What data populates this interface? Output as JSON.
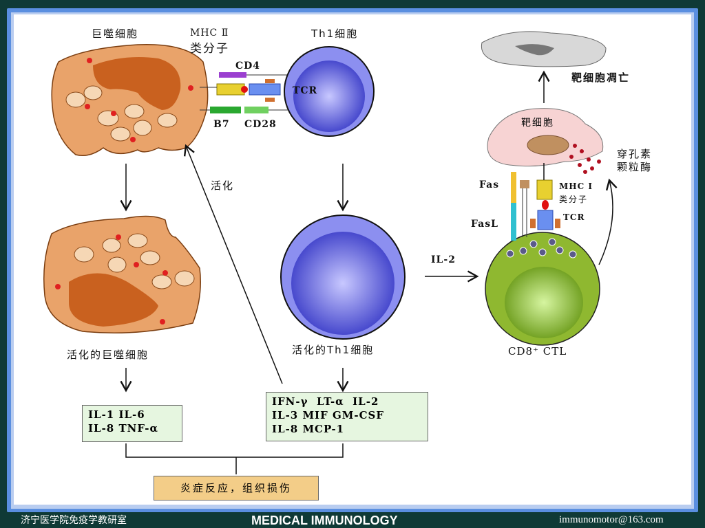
{
  "labels": {
    "macrophage": "巨噬细胞",
    "mhc2_line1": "MHC Ⅱ",
    "mhc2_line2": "类分子",
    "cd4": "CD4",
    "tcr": "TCR",
    "b7": "B7",
    "cd28": "CD28",
    "th1": "Th1细胞",
    "activate": "活化",
    "activated_macrophage": "活化的巨噬细胞",
    "activated_th1": "活化的Th1细胞",
    "il2": "IL-2",
    "target_death": "靶细胞凋亡",
    "target_cell": "靶细胞",
    "perforin": "穿孔素",
    "granzyme": "颗粒酶",
    "fas": "Fas",
    "fasl": "FasL",
    "mhc1_line1": "MHC Ⅰ",
    "mhc1_line2": "类分子",
    "tcr2": "TCR",
    "ctl": "CD8⁺ CTL"
  },
  "boxes": {
    "macrophage_cytokines": [
      "IL-1 IL-6",
      "IL-8 TNF-α"
    ],
    "th1_cytokines": [
      "IFN-γ  LT-α  IL-2",
      "IL-3 MIF GM-CSF",
      "IL-8 MCP-1"
    ],
    "outcome": "炎症反应，组织损伤"
  },
  "footer": {
    "left": "济宁医学院免疫学教研室",
    "center": "MEDICAL IMMUNOLOGY",
    "right": "immunomotor@163.com"
  },
  "colors": {
    "macrophage": "#e9a36a",
    "nucleus": "#c9611f",
    "th1": "#5b5fe0",
    "ctl": "#9cc43a",
    "target": "#f7d3d3",
    "apoptotic": "#d8d8d8",
    "green_box": "#e6f6e0",
    "orange_box": "#f3cd88"
  }
}
